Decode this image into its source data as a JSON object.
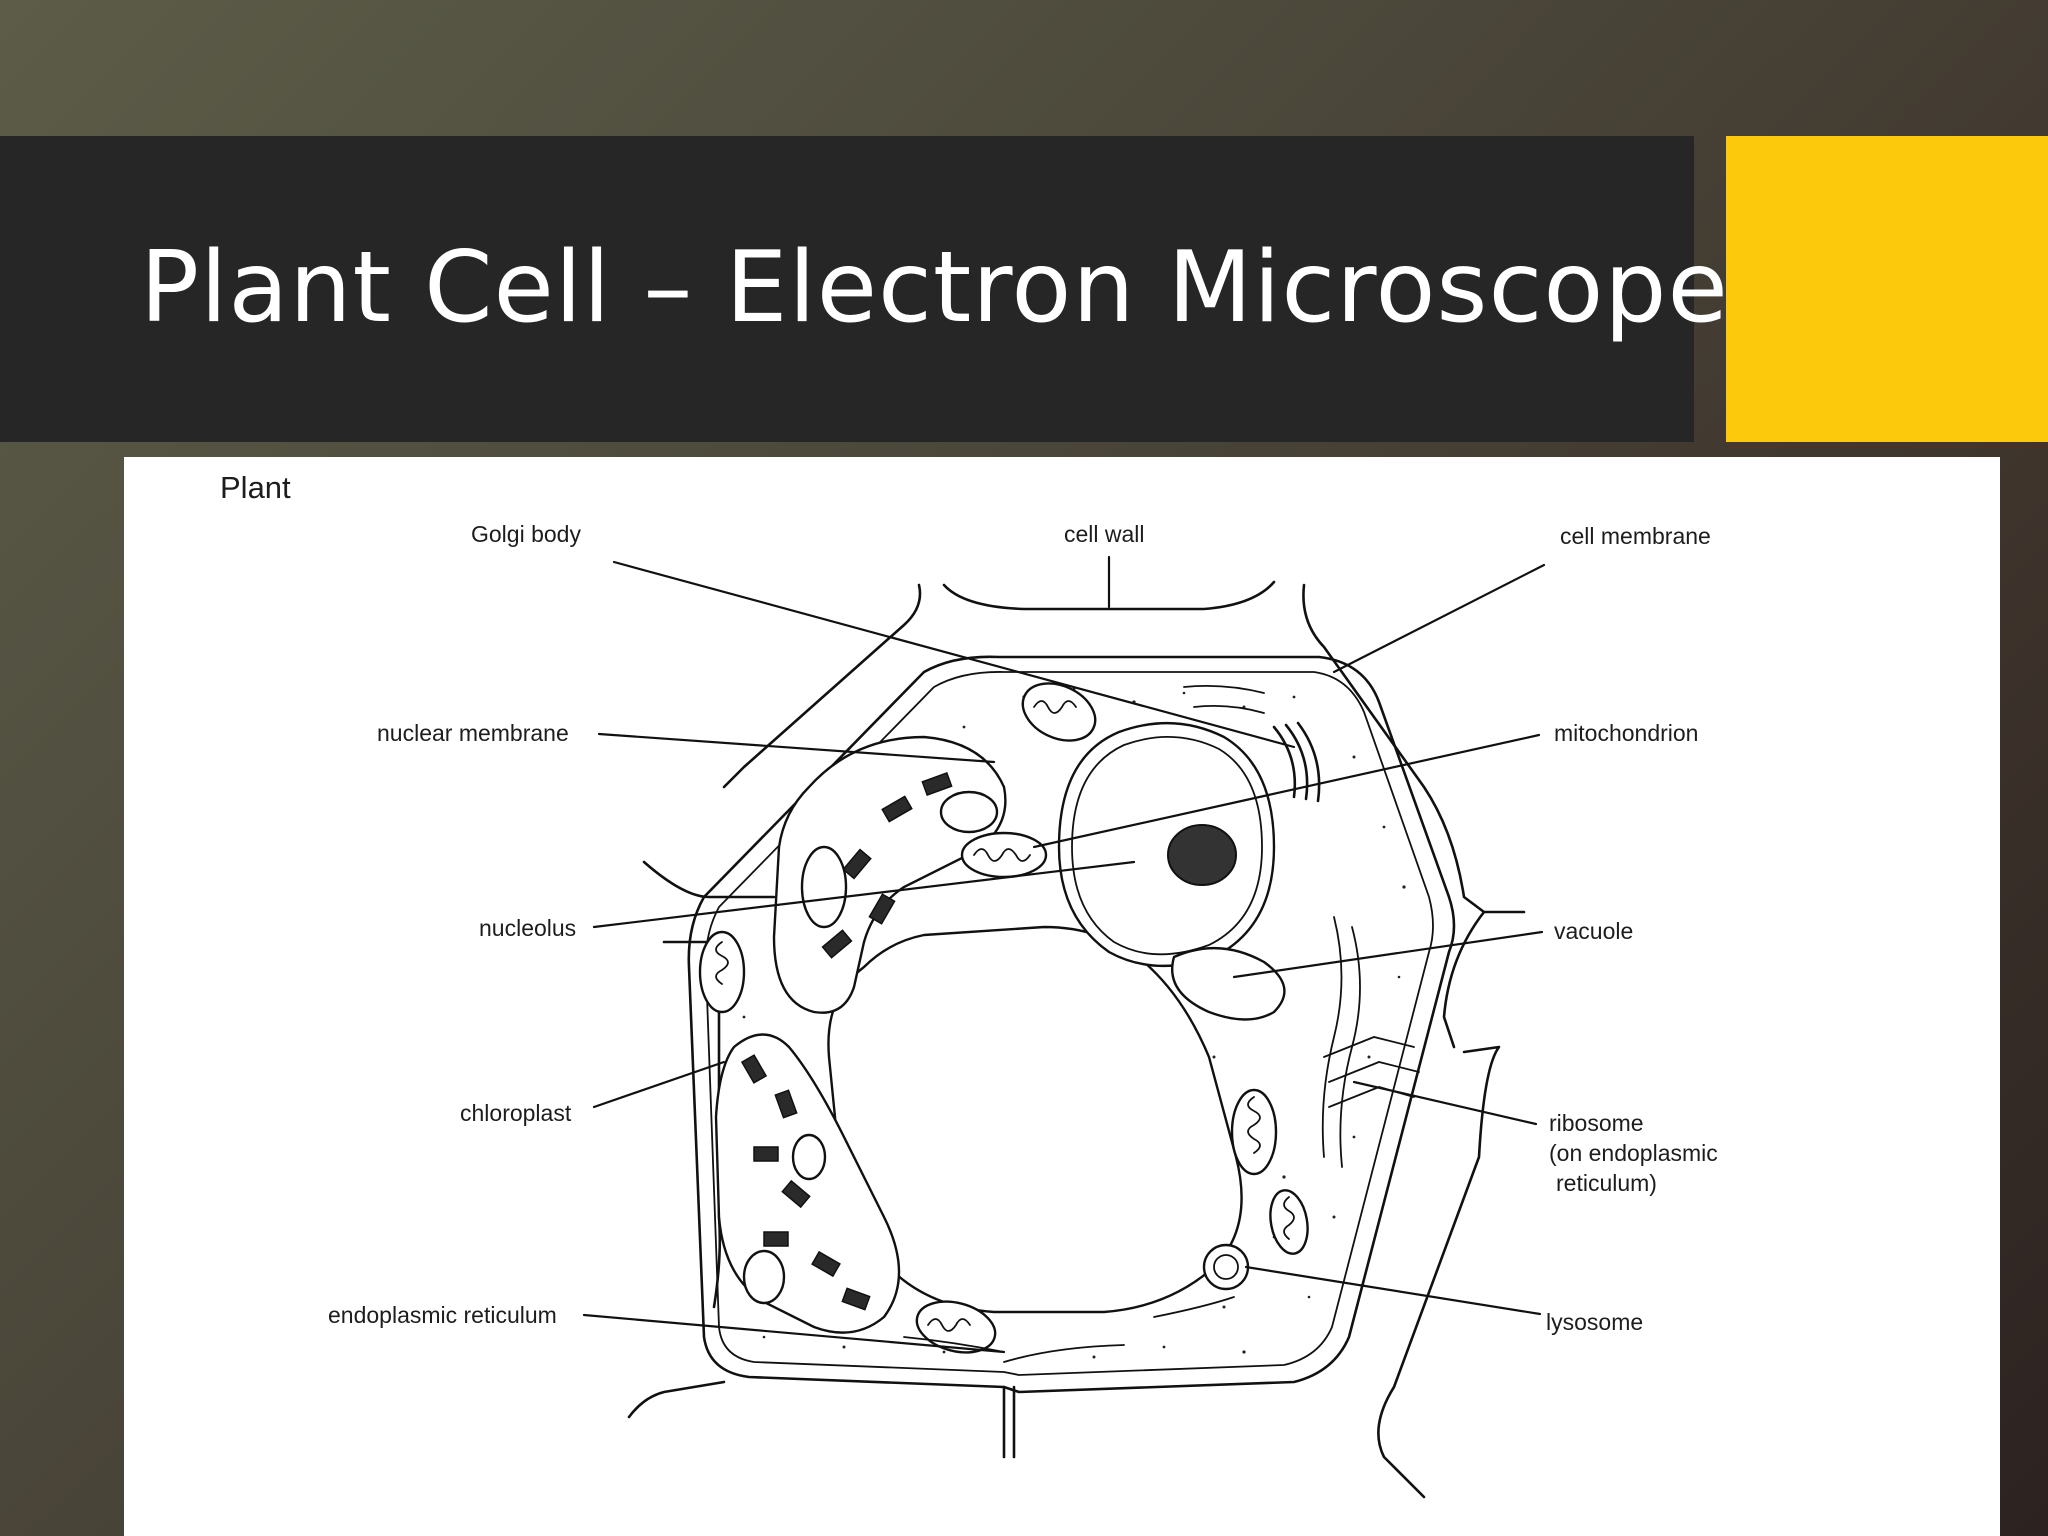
{
  "slide": {
    "title": "Plant Cell – Electron Microscope"
  },
  "diagram": {
    "heading": "Plant",
    "labels": {
      "golgi_body": "Golgi body",
      "cell_wall": "cell wall",
      "cell_membrane": "cell membrane",
      "nuclear_membrane": "nuclear membrane",
      "mitochondrion": "mitochondrion",
      "nucleolus": "nucleolus",
      "vacuole": "vacuole",
      "chloroplast": "chloroplast",
      "ribosome_line1": "ribosome",
      "ribosome_line2": "(on endoplasmic",
      "ribosome_line3": "reticulum)",
      "endoplasmic_reticulum": "endoplasmic reticulum",
      "lysosome": "lysosome"
    }
  },
  "colors": {
    "title_bar": "#262626",
    "accent": "#fdc90c",
    "title_text": "#ffffff",
    "panel": "#ffffff"
  }
}
